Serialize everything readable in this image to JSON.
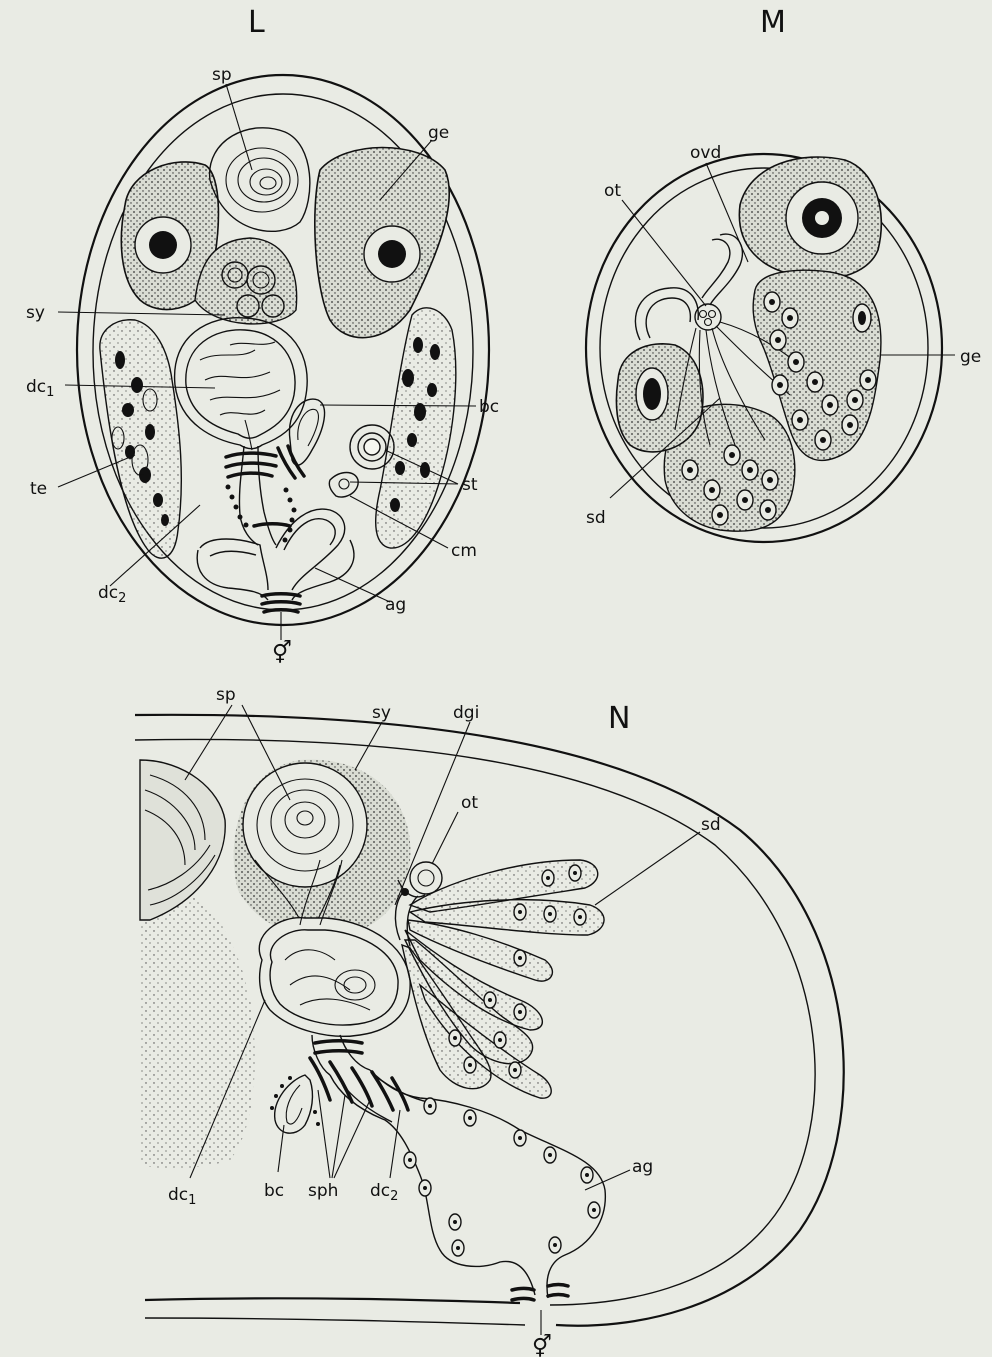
{
  "figures": {
    "L": {
      "letter": "L",
      "labels": {
        "sp": "sp",
        "ge": "ge",
        "sy": "sy",
        "dc1": "dc",
        "dc1_sub": "1",
        "bc": "bc",
        "te": "te",
        "st": "st",
        "cm": "cm",
        "dc2": "dc",
        "dc2_sub": "2",
        "ag": "ag",
        "symbol": "⚥"
      }
    },
    "M": {
      "letter": "M",
      "labels": {
        "ovd": "ovd",
        "ot": "ot",
        "ge": "ge",
        "sd": "sd"
      }
    },
    "N": {
      "letter": "N",
      "labels": {
        "sp": "sp",
        "sy": "sy",
        "dgi": "dgi",
        "ot": "ot",
        "sd": "sd",
        "ag": "ag",
        "dc1": "dc",
        "dc1_sub": "1",
        "bc": "bc",
        "sph": "sph",
        "dc2": "dc",
        "dc2_sub": "2",
        "symbol": "⚥"
      }
    }
  },
  "colors": {
    "paper": "#e9ebe4",
    "ink": "#111111",
    "stipple": "#b9bcb3"
  }
}
